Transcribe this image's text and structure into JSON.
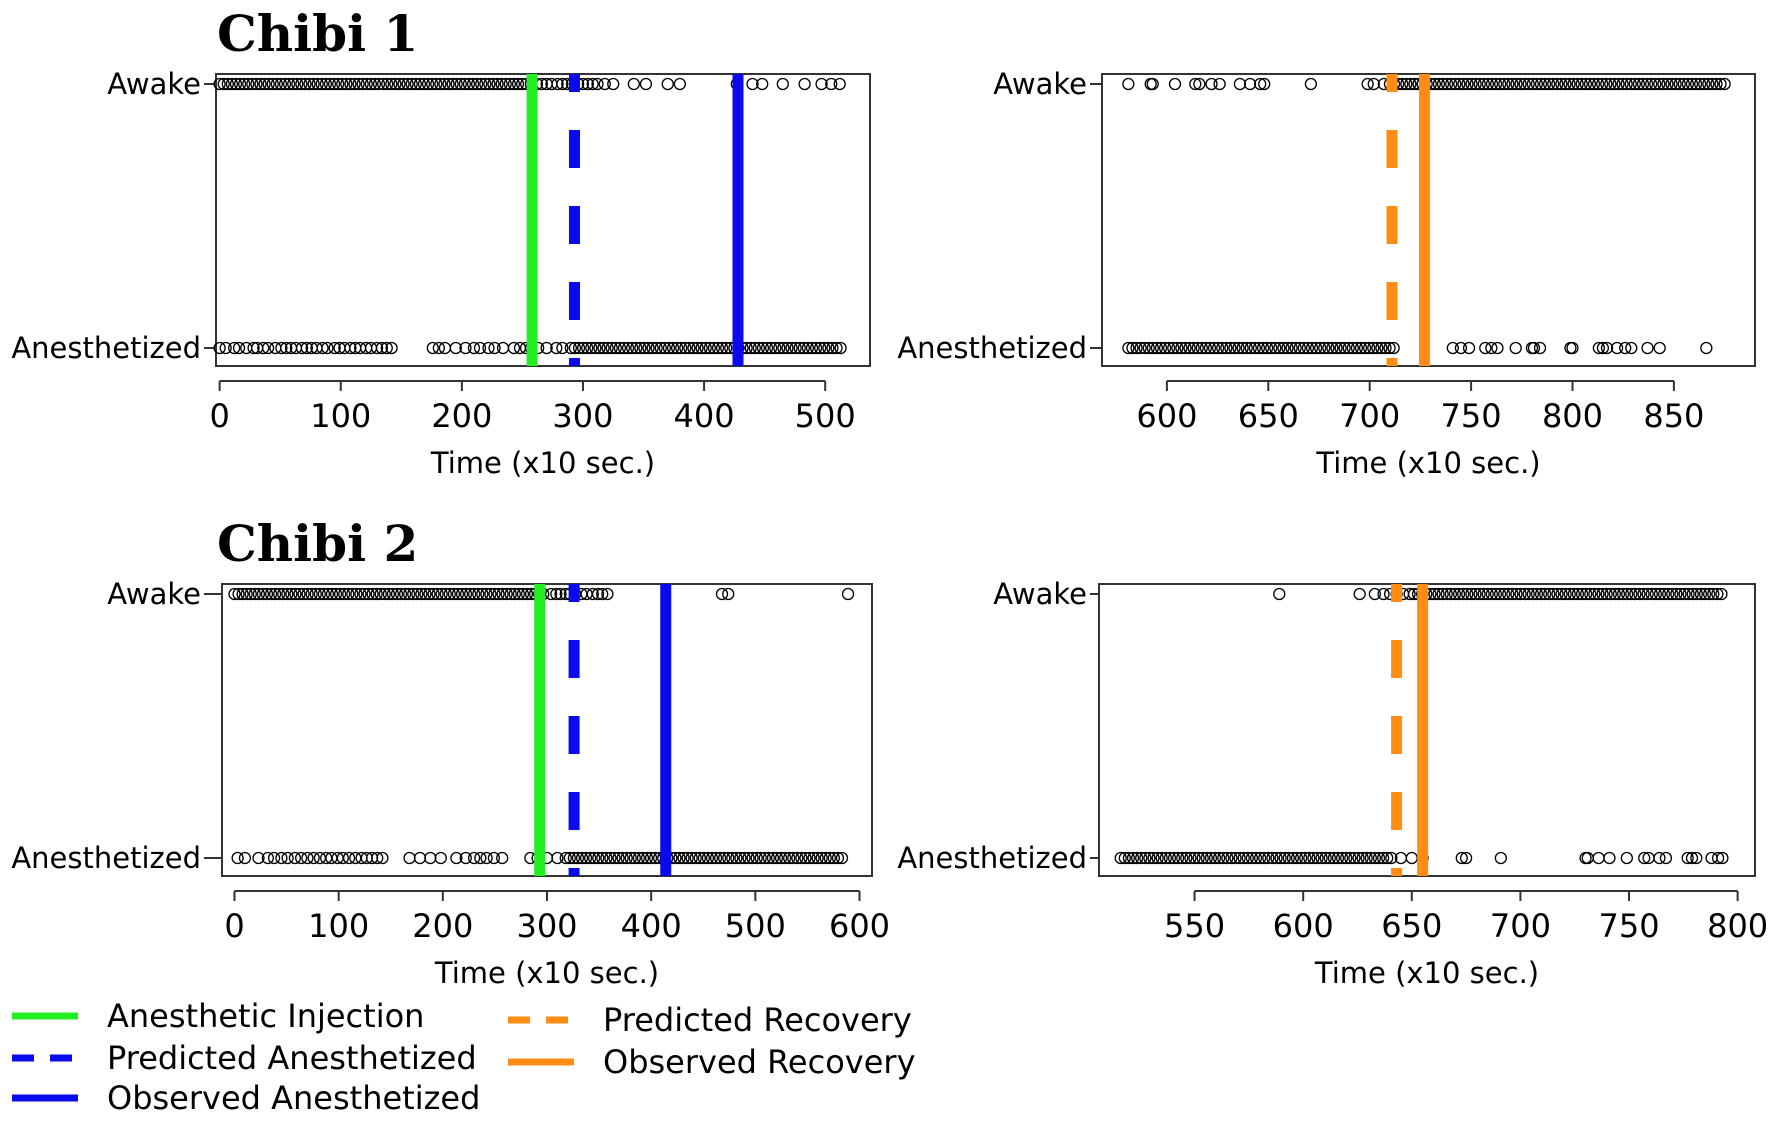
{
  "colors": {
    "injection": "#22ee22",
    "predicted_anesthetized": "#0a0aee",
    "observed_anesthetized": "#0a0aee",
    "predicted_recovery": "#ff8c14",
    "observed_recovery": "#ff8c14",
    "points": "#000000",
    "frame": "#333333"
  },
  "sections": [
    {
      "title": "Chibi 1"
    },
    {
      "title": "Chibi 2"
    }
  ],
  "legend": {
    "items": [
      {
        "label": "Anesthetic Injection",
        "color": "#22ee22",
        "style": "solid"
      },
      {
        "label": "Predicted Anesthetized",
        "color": "#0a0aee",
        "style": "dashed"
      },
      {
        "label": "Observed Anesthetized",
        "color": "#0a0aee",
        "style": "solid"
      },
      {
        "label": "Predicted Recovery",
        "color": "#ff8c14",
        "style": "dashed"
      },
      {
        "label": "Observed Recovery",
        "color": "#ff8c14",
        "style": "solid"
      }
    ]
  },
  "chart_data": [
    {
      "type": "scatter",
      "section": "Chibi 1",
      "xlabel": "Time (x10 sec.)",
      "ylabel": "",
      "y_categories": [
        "Anesthetized",
        "Awake"
      ],
      "xlim": [
        -3,
        537
      ],
      "xticks": [
        0,
        100,
        200,
        300,
        400,
        500
      ],
      "vlines": [
        {
          "x": 258,
          "kind": "injection"
        },
        {
          "x": 293,
          "kind": "predicted_anesthetized"
        },
        {
          "x": 428,
          "kind": "observed_anesthetized"
        }
      ],
      "series": [
        {
          "values_awake_dense": [
            [
              0,
              255
            ]
          ],
          "awake_sparse": [
            257,
            262,
            266,
            270,
            274,
            279,
            283,
            287,
            291,
            296,
            300,
            304,
            308,
            312,
            318,
            325,
            342,
            352,
            370,
            380,
            427,
            440,
            448,
            465,
            483,
            497,
            505,
            512
          ],
          "values_anesthetized_dense": [
            [
              290,
              513
            ]
          ],
          "anesthetized_sparse": [
            0,
            5,
            12,
            16,
            22,
            28,
            31,
            36,
            40,
            46,
            51,
            55,
            59,
            63,
            68,
            72,
            76,
            80,
            85,
            89,
            95,
            99,
            103,
            108,
            112,
            116,
            121,
            125,
            130,
            134,
            138,
            142,
            176,
            181,
            186,
            195,
            203,
            210,
            215,
            222,
            227,
            234,
            243,
            248,
            253,
            257,
            263,
            270,
            278,
            283
          ]
        }
      ]
    },
    {
      "type": "scatter",
      "section": "Chibi 1",
      "xlabel": "Time (x10 sec.)",
      "ylabel": "",
      "y_categories": [
        "Anesthetized",
        "Awake"
      ],
      "xlim": [
        568,
        890
      ],
      "xticks": [
        600,
        650,
        700,
        750,
        800,
        850
      ],
      "vlines": [
        {
          "x": 711,
          "kind": "predicted_recovery"
        },
        {
          "x": 727,
          "kind": "observed_recovery"
        }
      ],
      "series": [
        {
          "values_awake_dense": [
            [
              710,
              876
            ]
          ],
          "awake_sparse": [
            581,
            592,
            593,
            604,
            614,
            616,
            622,
            626,
            636,
            641,
            646,
            648,
            671,
            699,
            702,
            707
          ],
          "values_anesthetized_dense": [
            [
              581,
              712
            ]
          ],
          "anesthetized_sparse": [
            741,
            745,
            749,
            757,
            760,
            763,
            772,
            780,
            781,
            784,
            799,
            800,
            813,
            815,
            817,
            822,
            826,
            829,
            837,
            843,
            866
          ]
        }
      ]
    },
    {
      "type": "scatter",
      "section": "Chibi 2",
      "xlabel": "Time (x10 sec.)",
      "ylabel": "",
      "y_categories": [
        "Anesthetized",
        "Awake"
      ],
      "xlim": [
        -12,
        612
      ],
      "xticks": [
        0,
        100,
        200,
        300,
        400,
        500,
        600
      ],
      "vlines": [
        {
          "x": 293,
          "kind": "injection"
        },
        {
          "x": 326,
          "kind": "predicted_anesthetized"
        },
        {
          "x": 414,
          "kind": "observed_anesthetized"
        }
      ],
      "series": [
        {
          "values_awake_dense": [
            [
              0,
              300
            ]
          ],
          "awake_sparse": [
            304,
            309,
            313,
            318,
            322,
            327,
            333,
            338,
            344,
            349,
            353,
            358,
            468,
            474,
            589
          ],
          "values_anesthetized_dense": [
            [
              318,
              585
            ]
          ],
          "anesthetized_sparse": [
            3,
            10,
            23,
            32,
            38,
            45,
            51,
            58,
            64,
            70,
            76,
            82,
            88,
            93,
            99,
            104,
            110,
            116,
            122,
            127,
            132,
            137,
            142,
            168,
            178,
            188,
            198,
            213,
            222,
            230,
            236,
            242,
            249,
            257,
            284,
            291,
            300,
            310
          ]
        }
      ]
    },
    {
      "type": "scatter",
      "section": "Chibi 2",
      "xlabel": "Time (x10 sec.)",
      "ylabel": "",
      "y_categories": [
        "Anesthetized",
        "Awake"
      ],
      "xlim": [
        506,
        808
      ],
      "xticks": [
        550,
        600,
        650,
        700,
        750,
        800
      ],
      "vlines": [
        {
          "x": 643,
          "kind": "predicted_recovery"
        },
        {
          "x": 655,
          "kind": "observed_recovery"
        }
      ],
      "series": [
        {
          "values_awake_dense": [
            [
              651,
              793
            ]
          ],
          "awake_sparse": [
            589,
            626,
            633,
            637,
            640,
            643,
            646,
            649
          ],
          "values_anesthetized_dense": [
            [
              516,
              641
            ]
          ],
          "anesthetized_sparse": [
            645,
            650,
            655,
            673,
            675,
            691,
            730,
            731,
            736,
            741,
            749,
            757,
            759,
            764,
            767,
            777,
            779,
            781,
            788,
            791,
            793
          ]
        }
      ]
    }
  ]
}
